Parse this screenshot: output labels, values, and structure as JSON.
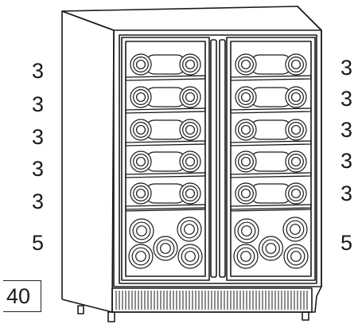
{
  "diagram": {
    "left_column_counts": [
      "3",
      "3",
      "3",
      "3",
      "3",
      "5"
    ],
    "right_column_counts": [
      "3",
      "3",
      "3",
      "3",
      "3",
      "5"
    ],
    "total_capacity": "40"
  }
}
